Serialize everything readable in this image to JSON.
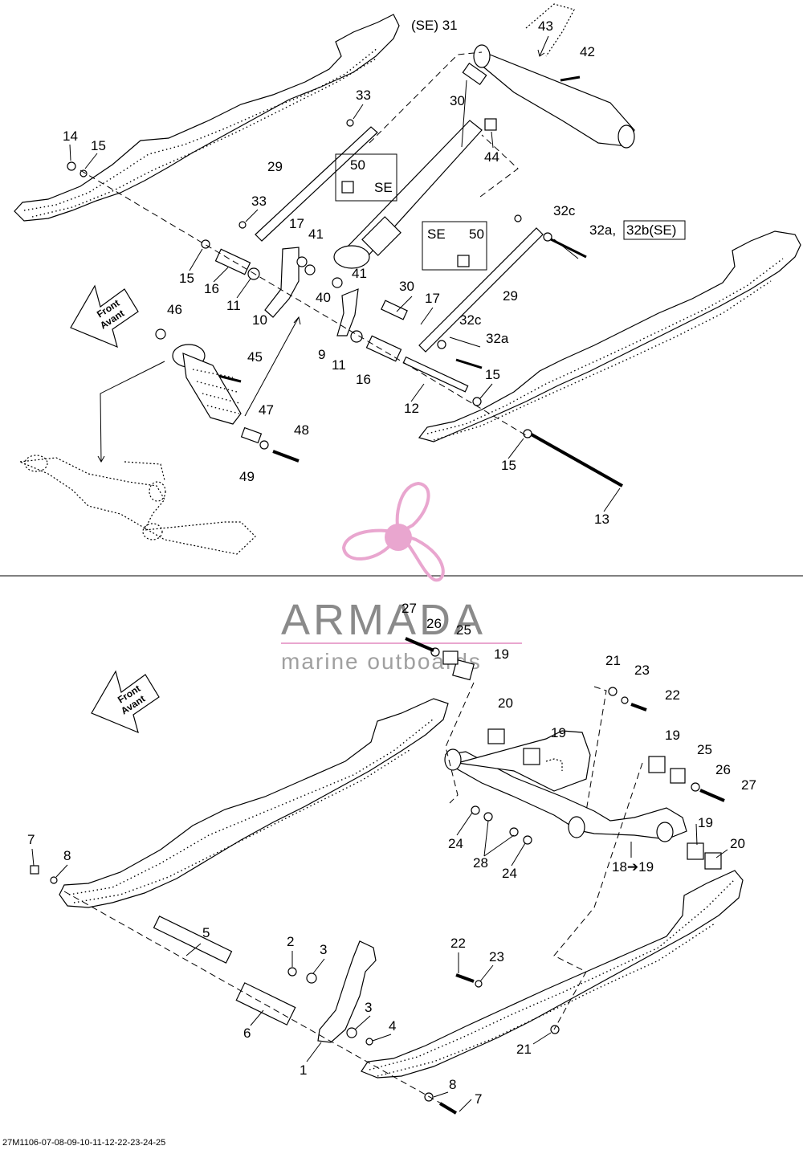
{
  "front_labels": [
    {
      "line1": "Front",
      "line2": "Avant"
    },
    {
      "line1": "Front",
      "line2": "Avant"
    }
  ],
  "top_labels": {
    "p43": "43",
    "p42": "42",
    "se31": "(SE) 31",
    "p30a": "30",
    "p44": "44",
    "p33a": "33",
    "p14": "14",
    "p15a": "15",
    "p29a": "29",
    "p50a": "50",
    "se_a": "SE",
    "p33b": "33",
    "p17a": "17",
    "p41a": "41",
    "p32c_a": "32c",
    "p32a_a": "32a,",
    "p32b": "32b(SE)",
    "se_b": "SE",
    "p50b": "50",
    "p15b": "15",
    "p16a": "16",
    "p11a": "11",
    "p40": "40",
    "p41b": "41",
    "p30b": "30",
    "p17b": "17",
    "p29b": "29",
    "p10": "10",
    "p46": "46",
    "p32c_b": "32c",
    "p32a_b": "32a",
    "p9": "9",
    "p11b": "11",
    "p45": "45",
    "p16b": "16",
    "p15c": "15",
    "p12": "12",
    "p47": "47",
    "p48": "48",
    "p49": "49",
    "p15d": "15",
    "p13": "13"
  },
  "bottom_labels": {
    "p27a": "27",
    "p26a": "26",
    "p25a": "25",
    "p19a": "19",
    "p21a": "21",
    "p23a": "23",
    "p22a": "22",
    "p20a": "20",
    "p19b": "19",
    "p19c": "19",
    "p25b": "25",
    "p26b": "26",
    "p27b": "27",
    "p7a": "7",
    "p8a": "8",
    "p24a": "24",
    "p28": "28",
    "p24b": "24",
    "p19d": "19",
    "p20b": "20",
    "p18": "18➔19",
    "p5": "5",
    "p2": "2",
    "p3a": "3",
    "p22b": "22",
    "p23b": "23",
    "p3b": "3",
    "p4": "4",
    "p6": "6",
    "p1": "1",
    "p21b": "21",
    "p8b": "8",
    "p7b": "7"
  },
  "watermark": {
    "brand": "ARMADA",
    "tagline": "marine outboards",
    "color": "#e9a6cf"
  },
  "drawing_code": "27M1106-07-08-09-10-11-12-22-23-24-25"
}
